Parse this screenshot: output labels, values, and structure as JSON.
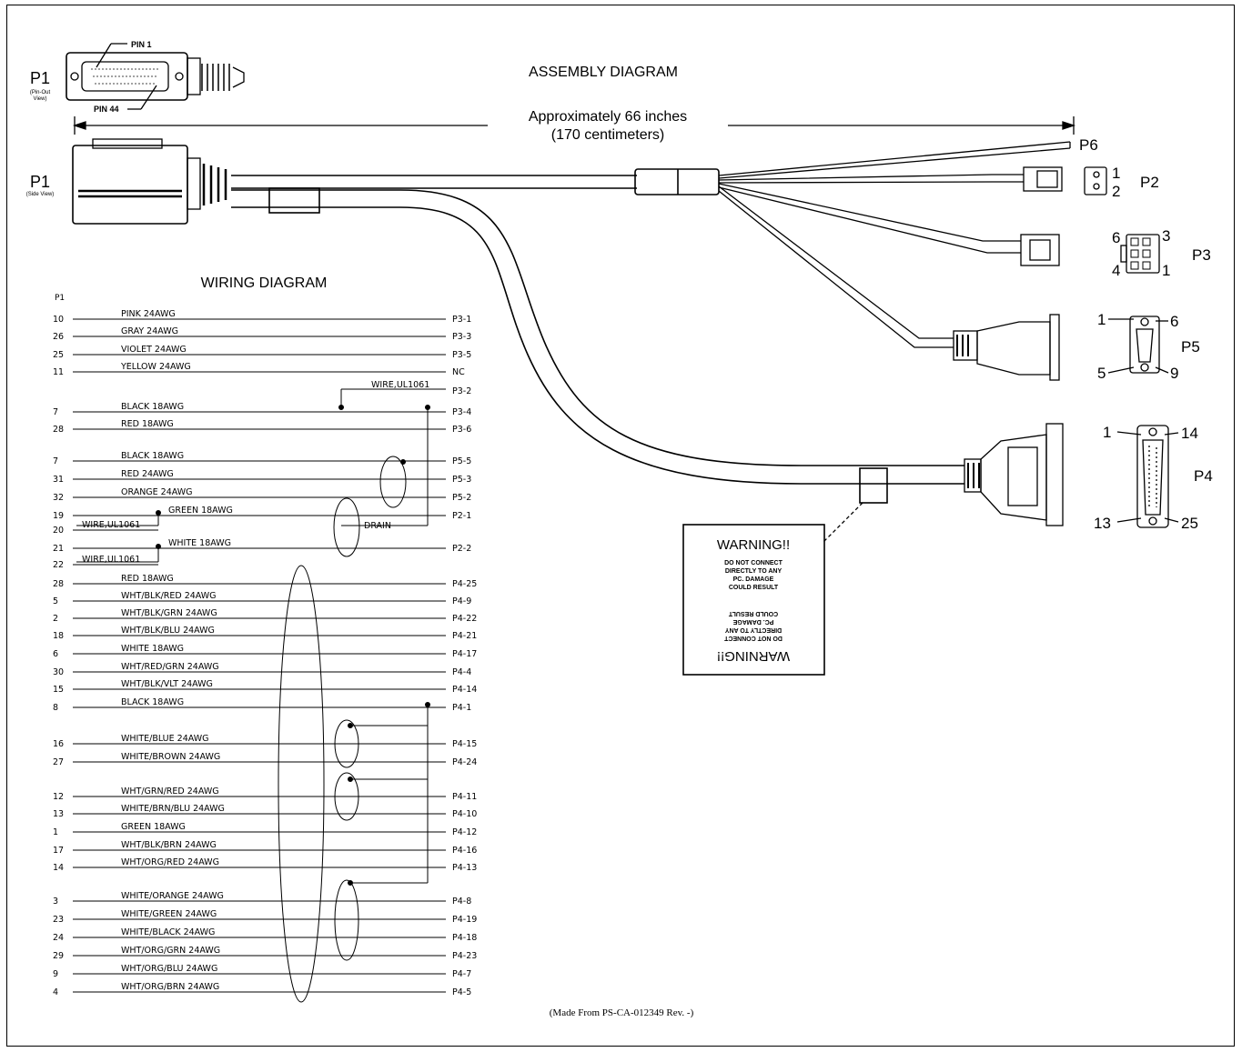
{
  "titles": {
    "assembly": "ASSEMBLY DIAGRAM",
    "length_line1": "Approximately 66 inches",
    "length_line2": "(170 centimeters)",
    "wiring": "WIRING DIAGRAM",
    "footer": "(Made From PS-CA-012349 Rev. -)"
  },
  "p1": {
    "pinout_label": "P1",
    "pinout_sub1": "(Pin-Out",
    "pinout_sub2": "View)",
    "side_label": "P1",
    "side_sub": "(Side View)",
    "pin1": "PIN 1",
    "pin44": "PIN 44"
  },
  "connectors": {
    "p6": "P6",
    "p2": {
      "name": "P2",
      "pins": [
        "1",
        "2"
      ]
    },
    "p3": {
      "name": "P3",
      "pins": [
        "6",
        "3",
        "4",
        "1"
      ]
    },
    "p5": {
      "name": "P5",
      "pins": [
        "1",
        "6",
        "5",
        "9"
      ]
    },
    "p4": {
      "name": "P4",
      "pins": [
        "1",
        "14",
        "13",
        "25"
      ]
    }
  },
  "warning": {
    "title": "WARNING!!",
    "lines": [
      "DO NOT CONNECT",
      "DIRECTLY TO ANY",
      "PC. DAMAGE",
      "COULD RESULT"
    ]
  },
  "wiring": {
    "header": "P1",
    "wire_ul": "WIRE,UL1061",
    "drain": "DRAIN",
    "rows": [
      {
        "left": "10",
        "wire": "PINK 24AWG",
        "right": "P3-1"
      },
      {
        "left": "26",
        "wire": "GRAY 24AWG",
        "right": "P3-3"
      },
      {
        "left": "25",
        "wire": "VIOLET 24AWG",
        "right": "P3-5"
      },
      {
        "left": "11",
        "wire": "YELLOW 24AWG",
        "right": "NC"
      },
      {
        "left": "",
        "wire": "WIRE,UL1061",
        "right": "P3-2"
      },
      {
        "left": "7",
        "wire": "BLACK 18AWG",
        "right": "P3-4"
      },
      {
        "left": "28",
        "wire": "RED 18AWG",
        "right": "P3-6"
      },
      {
        "left": "7",
        "wire": "BLACK 18AWG",
        "right": "P5-5"
      },
      {
        "left": "31",
        "wire": "RED 24AWG",
        "right": "P5-3"
      },
      {
        "left": "32",
        "wire": "ORANGE 24AWG",
        "right": "P5-2"
      },
      {
        "left": "19",
        "wire": "GREEN 18AWG",
        "right": "P2-1"
      },
      {
        "left": "20",
        "wire": "WIRE,UL1061",
        "right": ""
      },
      {
        "left": "21",
        "wire": "WHITE 18AWG",
        "right": "P2-2"
      },
      {
        "left": "22",
        "wire": "WIRE,UL1061",
        "right": ""
      },
      {
        "left": "28",
        "wire": "RED 18AWG",
        "right": "P4-25"
      },
      {
        "left": "5",
        "wire": "WHT/BLK/RED 24AWG",
        "right": "P4-9"
      },
      {
        "left": "2",
        "wire": "WHT/BLK/GRN 24AWG",
        "right": "P4-22"
      },
      {
        "left": "18",
        "wire": "WHT/BLK/BLU 24AWG",
        "right": "P4-21"
      },
      {
        "left": "6",
        "wire": "WHITE 18AWG",
        "right": "P4-17"
      },
      {
        "left": "30",
        "wire": "WHT/RED/GRN 24AWG",
        "right": "P4-4"
      },
      {
        "left": "15",
        "wire": "WHT/BLK/VLT 24AWG",
        "right": "P4-14"
      },
      {
        "left": "8",
        "wire": "BLACK 18AWG",
        "right": "P4-1"
      },
      {
        "left": "16",
        "wire": "WHITE/BLUE 24AWG",
        "right": "P4-15"
      },
      {
        "left": "27",
        "wire": "WHITE/BROWN 24AWG",
        "right": "P4-24"
      },
      {
        "left": "12",
        "wire": "WHT/GRN/RED 24AWG",
        "right": "P4-11"
      },
      {
        "left": "13",
        "wire": "WHITE/BRN/BLU 24AWG",
        "right": "P4-10"
      },
      {
        "left": "1",
        "wire": "GREEN 18AWG",
        "right": "P4-12"
      },
      {
        "left": "17",
        "wire": "WHT/BLK/BRN 24AWG",
        "right": "P4-16"
      },
      {
        "left": "14",
        "wire": "WHT/ORG/RED 24AWG",
        "right": "P4-13"
      },
      {
        "left": "3",
        "wire": "WHITE/ORANGE 24AWG",
        "right": "P4-8"
      },
      {
        "left": "23",
        "wire": "WHITE/GREEN 24AWG",
        "right": "P4-19"
      },
      {
        "left": "24",
        "wire": "WHITE/BLACK 24AWG",
        "right": "P4-18"
      },
      {
        "left": "29",
        "wire": "WHT/ORG/GRN 24AWG",
        "right": "P4-23"
      },
      {
        "left": "9",
        "wire": "WHT/ORG/BLU 24AWG",
        "right": "P4-7"
      },
      {
        "left": "4",
        "wire": "WHT/ORG/BRN 24AWG",
        "right": "P4-5"
      }
    ]
  }
}
